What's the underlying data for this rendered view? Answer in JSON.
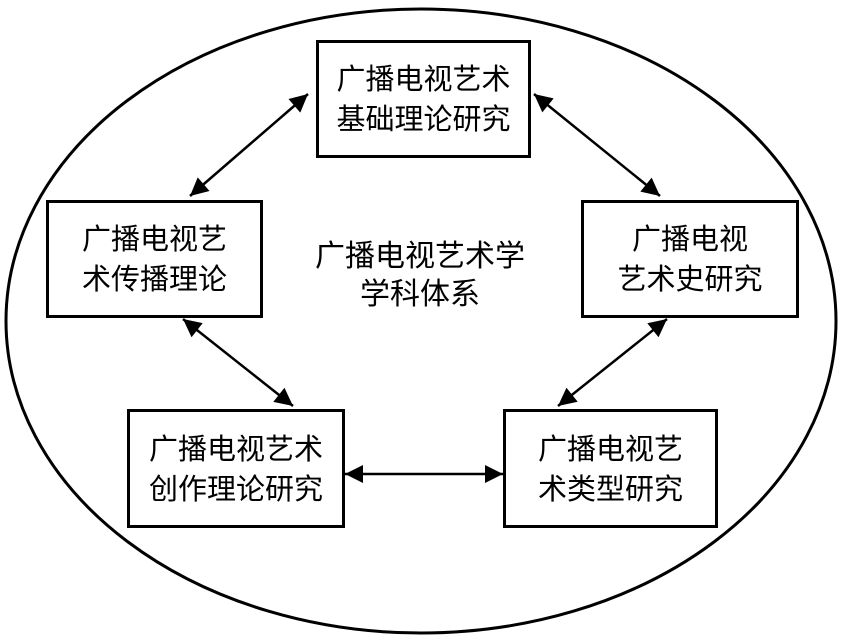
{
  "center": {
    "line1": "广播电视艺术学",
    "line2": "学科体系"
  },
  "nodes": {
    "basic_theory": {
      "line1": "广播电视艺术",
      "line2": "基础理论研究"
    },
    "history": {
      "line1": "广播电视",
      "line2": "艺术史研究"
    },
    "genre": {
      "line1": "广播电视艺",
      "line2": "术类型研究"
    },
    "creation": {
      "line1": "广播电视艺术",
      "line2": "创作理论研究"
    },
    "communication": {
      "line1": "广播电视艺",
      "line2": "术传播理论"
    }
  }
}
